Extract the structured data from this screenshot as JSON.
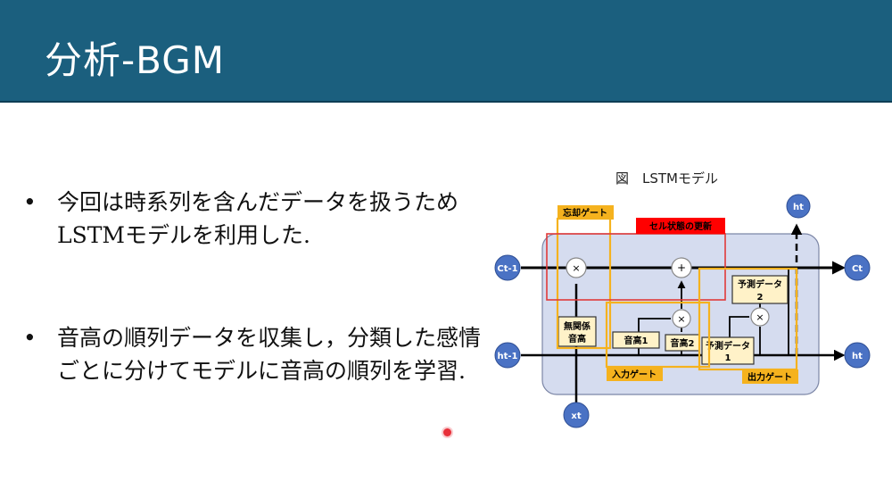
{
  "slide": {
    "title": "分析-BGM",
    "bullets": [
      {
        "mark": "•",
        "text": "今回は時系列を含んだデータを扱うためLSTMモデルを利用した."
      },
      {
        "mark": "•",
        "text": "音高の順列データを収集し，分類した感情ごとに分けてモデルに音高の順列を学習."
      }
    ]
  },
  "figure": {
    "caption": "図　LSTMモデル",
    "nodes": {
      "ct_prev": "Ct-1",
      "ct": "Ct",
      "ht_prev": "ht-1",
      "ht_out_right": "ht",
      "ht_out_top": "ht",
      "xt": "xt"
    },
    "operators": {
      "forget_multiply": "×",
      "add": "+",
      "input_multiply": "×",
      "output_multiply": "×"
    },
    "boxes": {
      "unrelated_pitch": [
        "無関係",
        "音高"
      ],
      "pitch1": "音高1",
      "pitch2": "音高2",
      "prediction1": [
        "予測データ",
        "1"
      ],
      "prediction2": [
        "予測データ",
        "2"
      ]
    },
    "gate_labels": {
      "forget": "忘却ゲート",
      "cell_update": "セル状態の更新",
      "input": "入力ゲート",
      "output": "出力ゲート"
    },
    "colors": {
      "title_bar": "#1b5f7e",
      "cell_panel": "#d5dcef",
      "node": "#4a72c4",
      "gate_border": "#f5b21e",
      "gate_label_bg": "#f5b21e",
      "update_border": "#e03a3a",
      "update_label_bg": "#ff0000",
      "box_fill": "#fff2c8"
    }
  }
}
